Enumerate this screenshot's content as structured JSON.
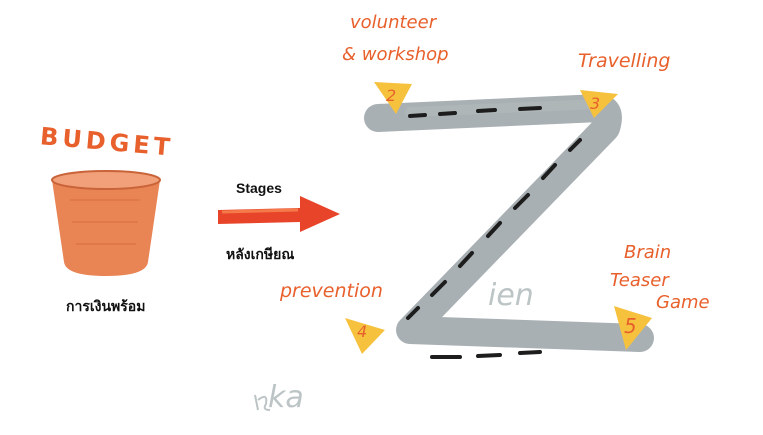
{
  "budget": {
    "title": "BUDGET",
    "caption": "การเงินพร้อม"
  },
  "arrow": {
    "label_top": "Stages",
    "label_bottom": "หลังเกษียณ"
  },
  "stages": [
    {
      "number": "2",
      "label_line1": "volunteer",
      "label_line2": "& workshop"
    },
    {
      "number": "3",
      "label_line1": "Travelling"
    },
    {
      "number": "4",
      "label_line1": "prevention"
    },
    {
      "number": "5",
      "label_line1": "Brain",
      "label_line2": "Teaser",
      "label_line3": "Game"
    }
  ],
  "watermark": {
    "left": "ka",
    "right": "ien"
  },
  "colors": {
    "orange": "#e8602c",
    "road": "#a9b0b3",
    "marker": "#f6c23e",
    "bucket": "#e98454"
  }
}
